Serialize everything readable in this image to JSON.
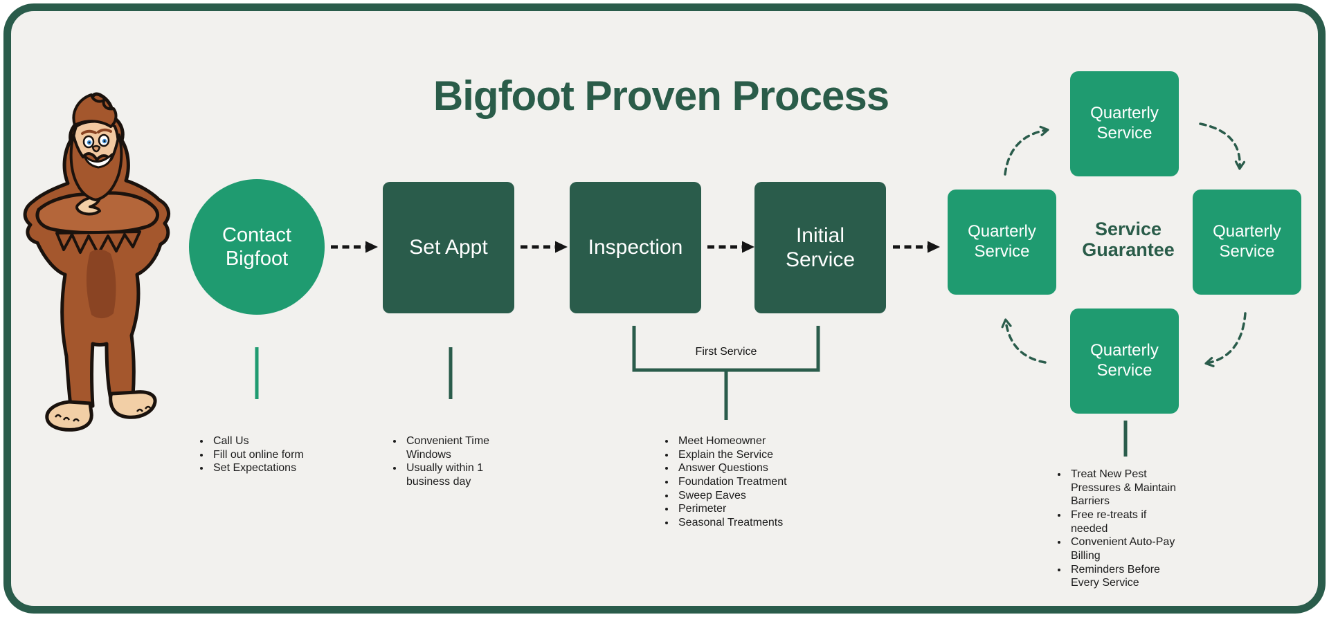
{
  "title": "Bigfoot Proven Process",
  "mascot": "bigfoot-mascot",
  "colors": {
    "card_background": "#F2F1EE",
    "border_dark_green": "#2A5C4B",
    "box_dark_green": "#2A5C4B",
    "box_light_green": "#1F9B70",
    "title_green": "#2A5C49",
    "arrow_black": "#151515",
    "bullet_text": "#1C1C1C"
  },
  "flow": {
    "steps": [
      {
        "label": "Contact Bigfoot",
        "shape": "circle",
        "bullets": [
          "Call Us",
          "Fill out online form",
          "Set Expectations"
        ]
      },
      {
        "label": "Set Appt",
        "shape": "square",
        "bullets": [
          "Convenient Time Windows",
          "Usually within 1 business day"
        ]
      },
      {
        "label": "Inspection",
        "shape": "square"
      },
      {
        "label": "Initial Service",
        "shape": "square"
      }
    ],
    "first_service": {
      "label": "First Service",
      "bullets": [
        "Meet Homeowner",
        "Explain the Service",
        "Answer Questions",
        "Foundation Treatment",
        "Sweep Eaves",
        "Perimeter",
        "Seasonal Treatments"
      ]
    }
  },
  "cycle": {
    "center_label": "Service Guarantee",
    "boxes": [
      {
        "position": "top",
        "label": "Quarterly Service"
      },
      {
        "position": "left",
        "label": "Quarterly Service"
      },
      {
        "position": "right",
        "label": "Quarterly Service"
      },
      {
        "position": "bottom",
        "label": "Quarterly Service"
      }
    ],
    "bottom_bullets": [
      "Treat New Pest Pressures & Maintain Barriers",
      "Free re-treats if needed",
      "Convenient Auto-Pay Billing",
      "Reminders Before Every Service"
    ]
  }
}
